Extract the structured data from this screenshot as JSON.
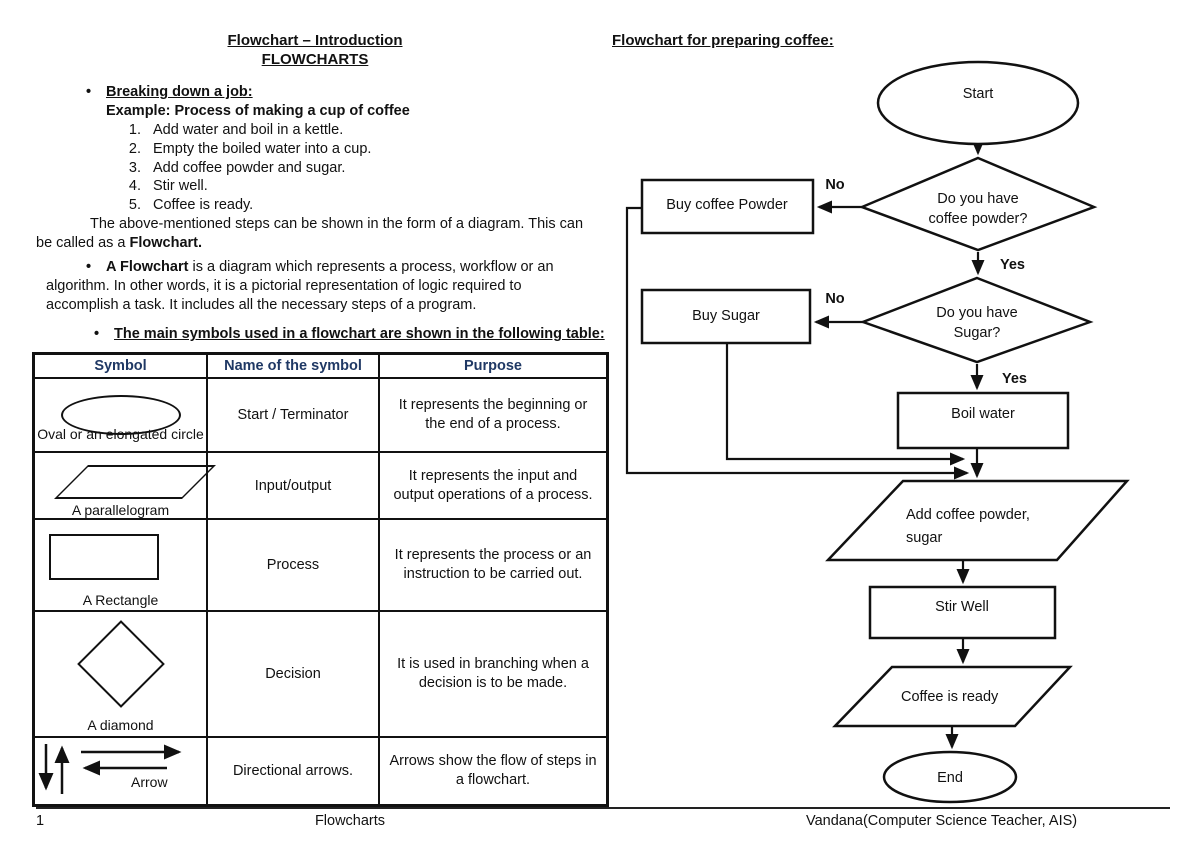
{
  "colors": {
    "ink": "#111111",
    "table_header_text": "#1F3864",
    "background": "#FFFFFF"
  },
  "doc": {
    "title_line1": "Flowchart – Introduction",
    "title_line2": "FLOWCHARTS",
    "breaking": {
      "heading": "Breaking down a job:",
      "example": "Example: Process of making a cup of coffee",
      "steps": [
        "Add water and boil in a kettle.",
        "Empty the boiled water into a cup.",
        "Add coffee powder and sugar.",
        "Stir well.",
        "Coffee is ready."
      ]
    },
    "para_diagram": {
      "line1": "The above-mentioned steps can be shown in the form of a diagram. This can",
      "line2_prefix": "be called as a ",
      "line2_bold": "Flowchart."
    },
    "para_definition": {
      "bold_lead": "A Flowchart",
      "line1_rest": " is a diagram which represents a process, workflow or an",
      "line2": "algorithm. In other words, it is a pictorial representation of logic required to",
      "line3": "accomplish a task. It includes all the necessary steps of a program."
    },
    "table_intro": "The main symbols used in a flowchart are shown in the following table:",
    "symbol_table": {
      "headers": [
        "Symbol",
        "Name of the symbol",
        "Purpose"
      ],
      "rows": [
        {
          "symbol_label": "Oval or an elongated circle",
          "symbol_shape": "oval",
          "name": "Start / Terminator",
          "purpose": "It represents the beginning or the end of a process."
        },
        {
          "symbol_label": "A parallelogram",
          "symbol_shape": "parallelogram",
          "name": "Input/output",
          "purpose": "It represents the input and output operations of a process."
        },
        {
          "symbol_label": "A Rectangle",
          "symbol_shape": "rectangle",
          "name": "Process",
          "purpose": "It represents the process or an instruction to be carried out."
        },
        {
          "symbol_label": "A diamond",
          "symbol_shape": "diamond",
          "name": "Decision",
          "purpose": "It is used in branching when a decision is to be made."
        },
        {
          "symbol_label": "Arrow",
          "symbol_shape": "directional-arrows",
          "name": "Directional arrows.",
          "purpose": "Arrows show the flow of steps in a flowchart."
        }
      ]
    },
    "footer": {
      "page_number": "1",
      "center": "Flowcharts",
      "author": "Vandana(Computer Science Teacher, AIS)"
    }
  },
  "flowchart": {
    "heading": "Flowchart for preparing coffee:",
    "nodes": {
      "start": "Start",
      "decision_coffee": {
        "line1": "Do you have",
        "line2": "coffee powder?"
      },
      "buy_coffee": "Buy coffee Powder",
      "decision_sugar": {
        "line1": "Do you have",
        "line2": "Sugar?"
      },
      "buy_sugar": "Buy Sugar",
      "boil_water": "Boil water",
      "add_ingredients": {
        "line1": "Add coffee powder,",
        "line2": "sugar"
      },
      "stir_well": "Stir Well",
      "coffee_ready": "Coffee is ready",
      "end": "End"
    },
    "edge_labels": {
      "coffee_no": "No",
      "coffee_yes": "Yes",
      "sugar_no": "No",
      "sugar_yes": "Yes"
    }
  }
}
